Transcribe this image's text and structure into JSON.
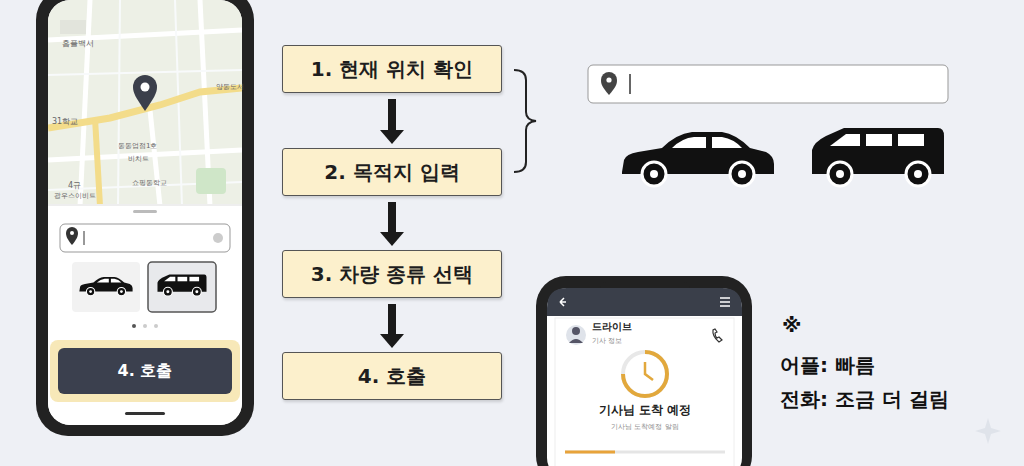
{
  "diagram": {
    "nodes": [
      {
        "text": [
          "4. 호출"
        ]
      },
      {
        "text": [
          "1. 현재 위치 확인"
        ]
      },
      {
        "text": [
          "2. 목적지 입력"
        ]
      },
      {
        "text": [
          "3. 차량 종류 선택"
        ]
      },
      {
        "text": [
          "4. 호출"
        ]
      }
    ],
    "edges": [
      {
        "from": 1,
        "to": 2,
        "arrow": "to"
      },
      {
        "from": 2,
        "to": 3,
        "arrow": "to"
      },
      {
        "from": 3,
        "to": 4,
        "arrow": "to"
      }
    ],
    "labels": [
      "홈플백서",
      "31학교",
      "양동도서",
      "동동업점1호",
      "비치트",
      "쇼핑동학교",
      "4규",
      "광우스이비트",
      "드라이브",
      "기사 정보",
      "기사님 도착 예정",
      "기사님 도착예정 알림",
      "※",
      "어플: 빠름",
      "전화: 조금 더 걸림"
    ]
  }
}
